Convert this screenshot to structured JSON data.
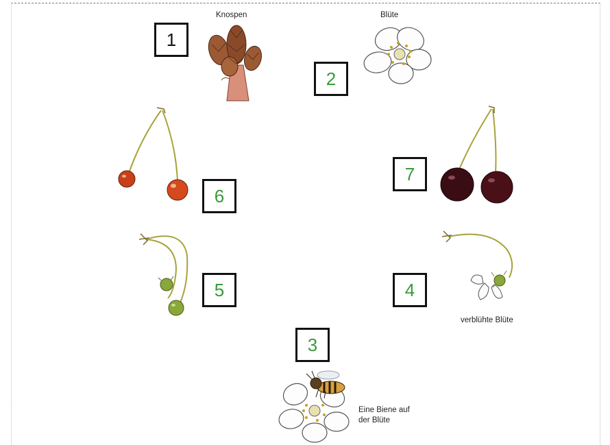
{
  "stages": [
    {
      "number": "1",
      "label": "Knospen",
      "number_color": "#111111"
    },
    {
      "number": "2",
      "label": "Blüte",
      "number_color": "#3a9a3a"
    },
    {
      "number": "3",
      "label_lines": [
        "Eine Biene auf",
        "der Blüte"
      ],
      "number_color": "#3a9a3a"
    },
    {
      "number": "4",
      "label": "verblühte Blüte",
      "number_color": "#3a9a3a"
    },
    {
      "number": "5",
      "number_color": "#3a9a3a"
    },
    {
      "number": "6",
      "number_color": "#3a9a3a"
    },
    {
      "number": "7",
      "number_color": "#3a9a3a"
    }
  ],
  "colors": {
    "ripe_red_cherry": "#c8401a",
    "dark_cherry": "#3a0d14",
    "green_fruit": "#8aa83a",
    "stem": "#a8a23a",
    "bud_brown": "#8a4a2a",
    "petal_outline": "#555555"
  },
  "icons": [
    "buds-illustration",
    "blossom-illustration",
    "bee-on-blossom-illustration",
    "wilted-blossom-illustration",
    "green-cherries-illustration",
    "red-cherries-illustration",
    "dark-cherries-illustration"
  ]
}
